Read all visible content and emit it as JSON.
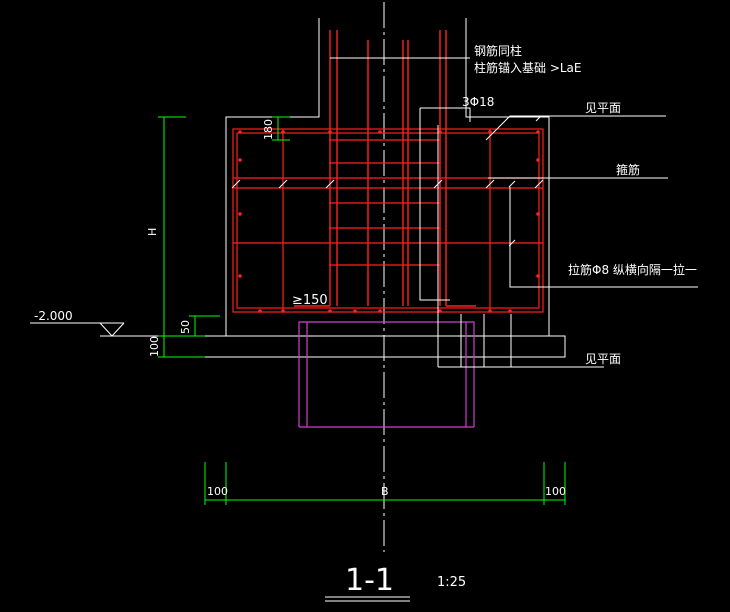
{
  "labels": {
    "rebar_note_line1": "钢筋同柱",
    "rebar_note_line2": "柱筋锚入基础 >LaE",
    "bars": "3Φ18",
    "face_top": "见平面",
    "stirrup": "箍筋",
    "tie_bar": "拉筋Φ8 纵横向隔一拉一",
    "face_bottom": "见平面",
    "min_anchor": "≥150"
  },
  "dimensions": {
    "top_cover": "180",
    "height": "H",
    "elevation": "-2.000",
    "base_offset": "50",
    "cushion": "100",
    "width": "B",
    "left_ext": "100",
    "right_ext": "100"
  },
  "title": {
    "section": "1-1",
    "scale": "1:25"
  },
  "colors": {
    "background": "#000000",
    "outline": "#ffffff",
    "rebar": "#ff2020",
    "dimension": "#00ff00",
    "pile": "#d040d0"
  }
}
